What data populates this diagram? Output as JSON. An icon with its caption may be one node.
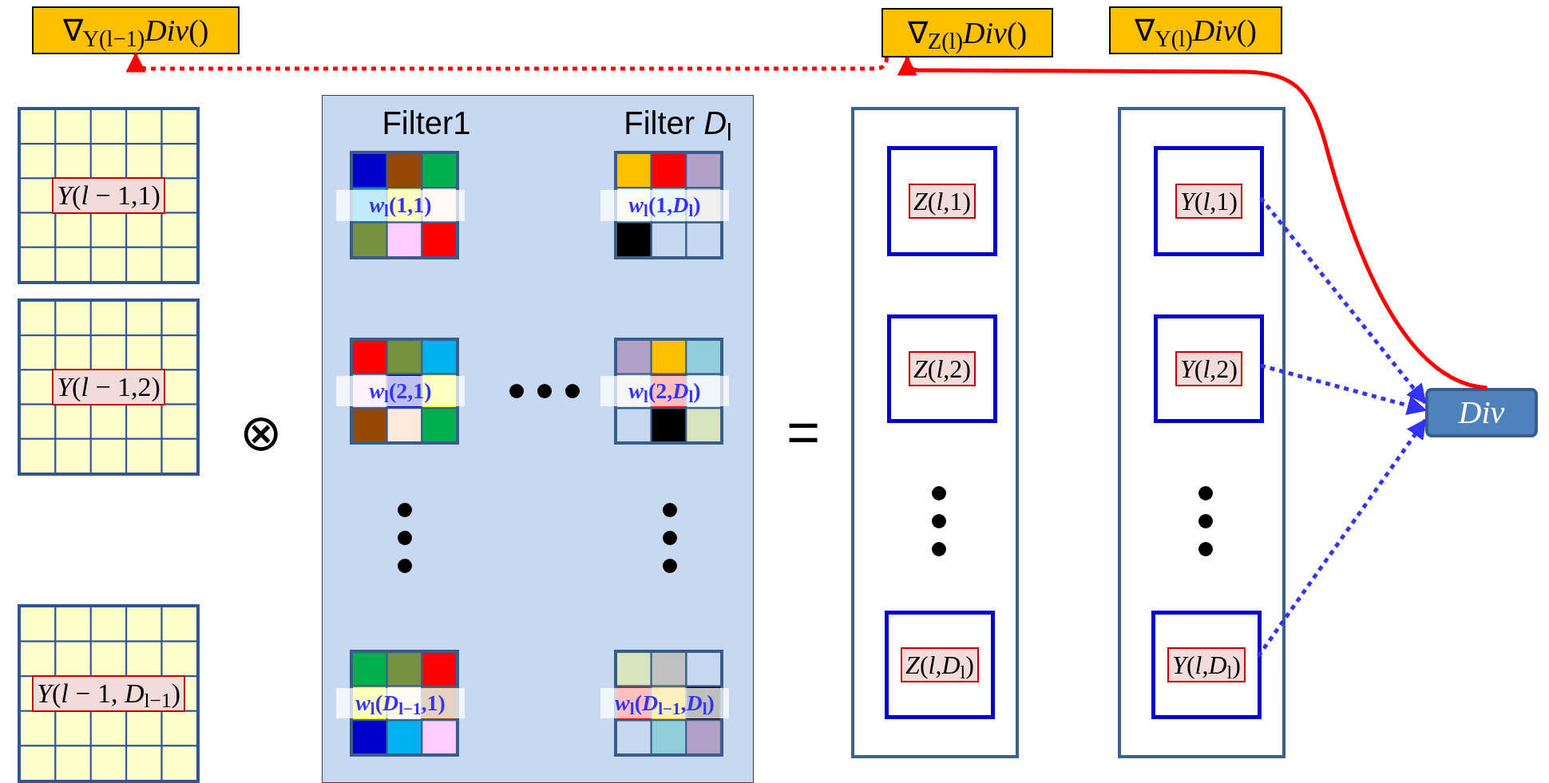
{
  "diagram": {
    "nodes": [
      {
        "text": [
          "∇$_{Y(l−1)}$*Div*()"
        ]
      },
      {
        "text": [
          "∇$_{Z(l)}$*Div*()"
        ]
      },
      {
        "text": [
          "∇$_{Y(l)}$*Div*()"
        ]
      },
      {
        "text": [
          "*Y*(*l* − 1,1)"
        ]
      },
      {
        "text": [
          "*Y*(*l* − 1,2)"
        ]
      },
      {
        "text": [
          "*Y*(*l* − 1, *D*$_{l−1}$)"
        ]
      },
      {
        "text": [
          "Filter1",
          "Filter *D*$_{l}$"
        ]
      },
      {
        "text": [
          "*w*$_{l}$(1,1)"
        ],
        "in": 6
      },
      {
        "text": [
          "*w*$_{l}$(1,*D*$_{l}$)"
        ],
        "in": 6
      },
      {
        "text": [
          "*w*$_{l}$(2,1)"
        ],
        "in": 6
      },
      {
        "text": [
          "*w*$_{l}$(2,*D*$_{l}$)"
        ],
        "in": 6
      },
      {
        "text": [
          "*w*$_{l}$(*D*$_{l−1}$,1)"
        ],
        "in": 6
      },
      {
        "text": [
          "*w*$_{l}$(*D*$_{l−1}$,*D*$_{l}$)"
        ],
        "in": 6
      },
      {
        "text": [],
        "shape": "box"
      },
      {
        "text": [
          "*Z*(*l*,1)"
        ],
        "in": 13
      },
      {
        "text": [
          "*Z*(*l*,2)"
        ],
        "in": 13
      },
      {
        "text": [
          "*Z*(*l*,*D*$_{l}$)"
        ],
        "in": 13
      },
      {
        "text": [],
        "shape": "box"
      },
      {
        "text": [
          "*Y*(*l*,1)"
        ],
        "in": 17
      },
      {
        "text": [
          "*Y*(*l*,2)"
        ],
        "in": 17
      },
      {
        "text": [
          "*Y*(*l*,*D*$_{l}$)"
        ],
        "in": 17
      },
      {
        "text": [
          "*Div*"
        ]
      }
    ],
    "edges": [
      {
        "from": 18,
        "to": 21,
        "arrow": "to",
        "style": "dashed"
      },
      {
        "from": 19,
        "to": 21,
        "arrow": "to",
        "style": "dashed"
      },
      {
        "from": 20,
        "to": 21,
        "arrow": "to",
        "style": "dashed"
      },
      {
        "from": 21,
        "to": 1,
        "arrow": "to",
        "color": "#ff0000"
      },
      {
        "from": 1,
        "to": 0,
        "arrow": "to",
        "style": "dashed",
        "color": "#ff0000"
      }
    ],
    "labels": [
      "⊗",
      "="
    ]
  }
}
